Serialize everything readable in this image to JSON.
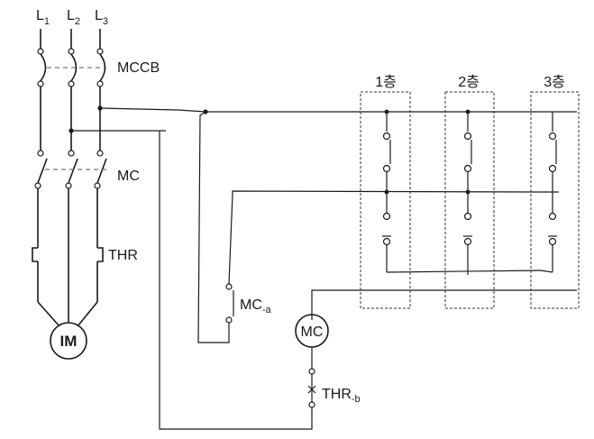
{
  "lines": {
    "l1": "L",
    "l1_sub": "1",
    "l2": "L",
    "l2_sub": "2",
    "l3": "L",
    "l3_sub": "3"
  },
  "components": {
    "mccb": "MCCB",
    "mc": "MC",
    "thr": "THR",
    "motor": "IM",
    "mc_aux": "MC",
    "mc_aux_sub": "-a",
    "mc_coil": "MC",
    "thr_contact": "THR",
    "thr_contact_sub": "-b"
  },
  "floors": [
    "1층",
    "2층",
    "3층"
  ]
}
